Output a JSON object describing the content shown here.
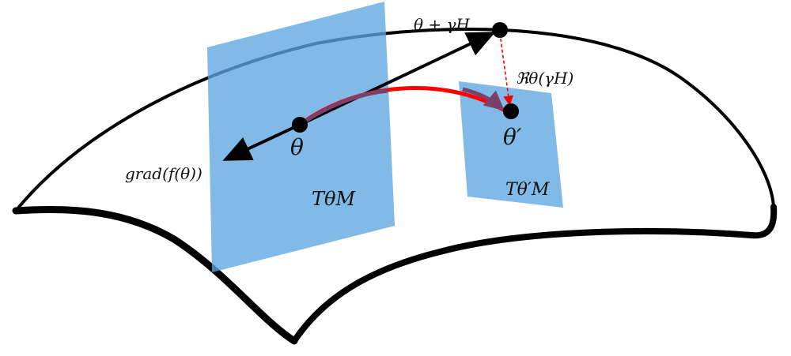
{
  "labels": {
    "theta": "θ",
    "theta_prime": "θ′",
    "step_point": "θ + γH",
    "retraction": "ℜθ(γH)",
    "gradient": "grad(f(θ))",
    "tangent_space_theta": "TθM",
    "tangent_space_theta_prime": "Tθ′M"
  },
  "colors": {
    "tangent_plane": "#5da5e0",
    "manifold_outline": "#000000",
    "retraction_curve": "#ff0000",
    "retraction_projection": "#ff0000",
    "vectors": "#000000"
  }
}
